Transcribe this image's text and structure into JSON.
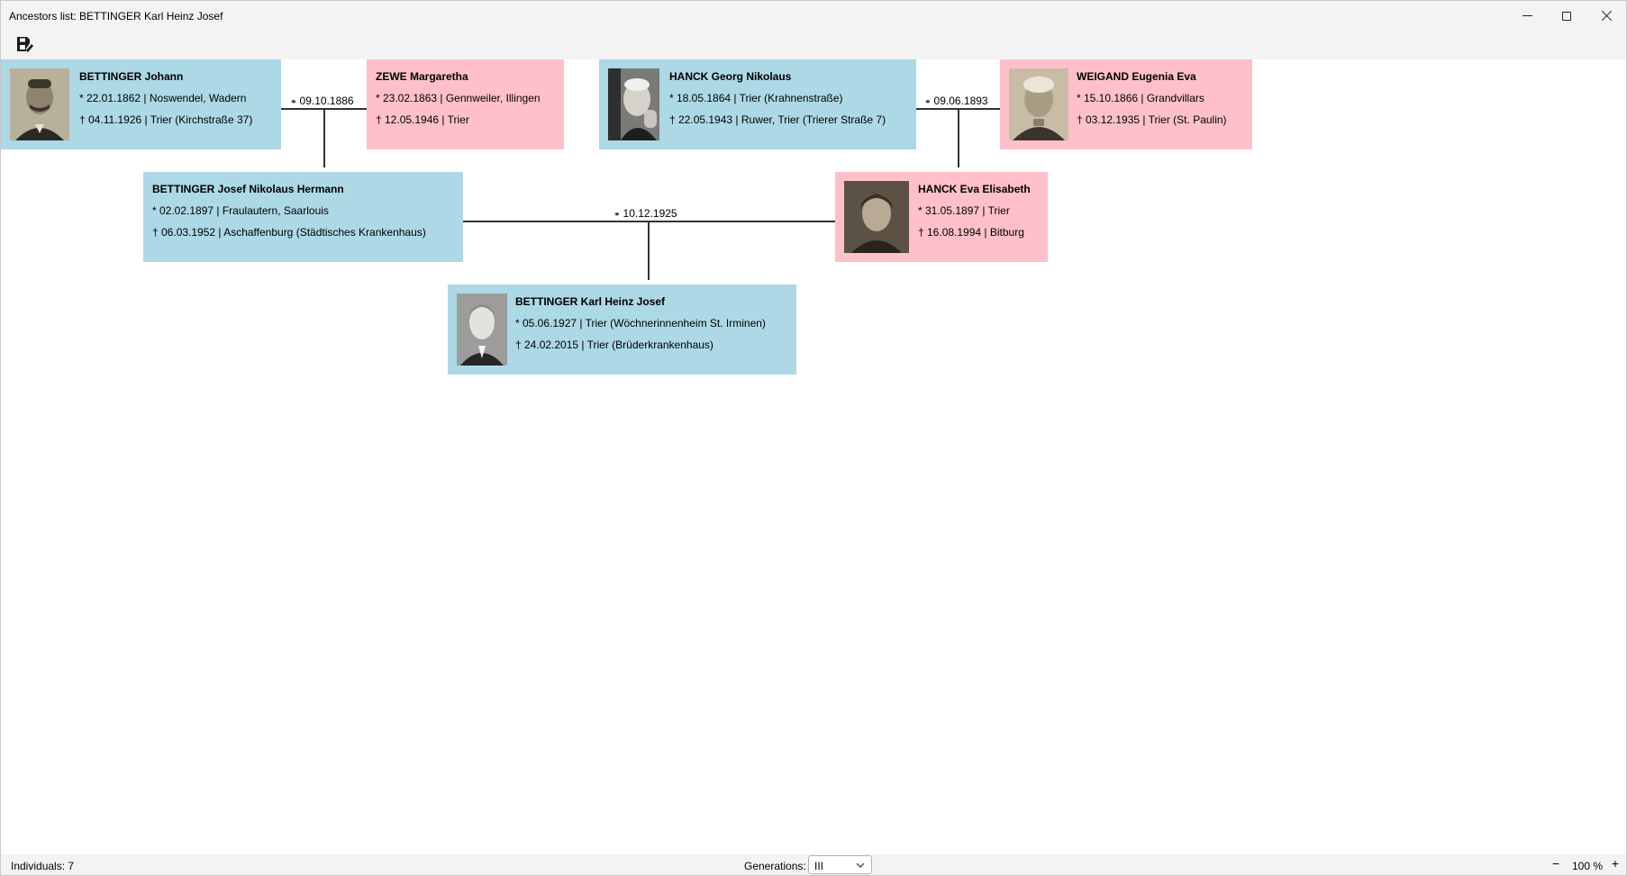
{
  "window": {
    "title": "Ancestors list: BETTINGER Karl Heinz Josef"
  },
  "colors": {
    "male": "#add8e6",
    "female": "#ffc0cb",
    "line": "#333333"
  },
  "toolbar": {
    "save_icon": "save-icon"
  },
  "persons": [
    {
      "name": "BETTINGER Johann",
      "birth": "* 22.01.1862 | Noswendel, Wadern",
      "death": "† 04.11.1926 | Trier (Kirchstraße 37)",
      "gender": "male",
      "has_photo": true
    },
    {
      "name": "ZEWE Margaretha",
      "birth": "* 23.02.1863 | Gennweiler, Illingen",
      "death": "† 12.05.1946 | Trier",
      "gender": "female",
      "has_photo": false
    },
    {
      "name": "HANCK Georg Nikolaus",
      "birth": "* 18.05.1864 | Trier (Krahnenstraße)",
      "death": "† 22.05.1943 | Ruwer, Trier (Trierer Straße 7)",
      "gender": "male",
      "has_photo": true
    },
    {
      "name": "WEIGAND Eugenia Eva",
      "birth": "* 15.10.1866 | Grandvillars",
      "death": "† 03.12.1935 | Trier (St. Paulin)",
      "gender": "female",
      "has_photo": true
    },
    {
      "name": "BETTINGER Josef Nikolaus Hermann",
      "birth": "* 02.02.1897 | Fraulautern, Saarlouis",
      "death": "† 06.03.1952 | Aschaffenburg (Städtisches Krankenhaus)",
      "gender": "male",
      "has_photo": false
    },
    {
      "name": "HANCK Eva Elisabeth",
      "birth": "* 31.05.1897 | Trier",
      "death": "† 16.08.1994 | Bitburg",
      "gender": "female",
      "has_photo": true
    },
    {
      "name": "BETTINGER Karl Heinz Josef",
      "birth": "* 05.06.1927 | Trier (Wöchnerinnenheim St. Irminen)",
      "death": "† 24.02.2015 | Trier (Brüderkrankenhaus)",
      "gender": "male",
      "has_photo": true
    }
  ],
  "marriages": [
    {
      "symbol": "⚭",
      "date": "09.10.1886"
    },
    {
      "symbol": "⚭",
      "date": "09.06.1893"
    },
    {
      "symbol": "⚭",
      "date": "10.12.1925"
    }
  ],
  "status": {
    "individuals": "Individuals: 7",
    "generations_label": "Generations:",
    "generations_value": "III",
    "zoom_minus": "−",
    "zoom": "100 %",
    "zoom_plus": "+"
  }
}
